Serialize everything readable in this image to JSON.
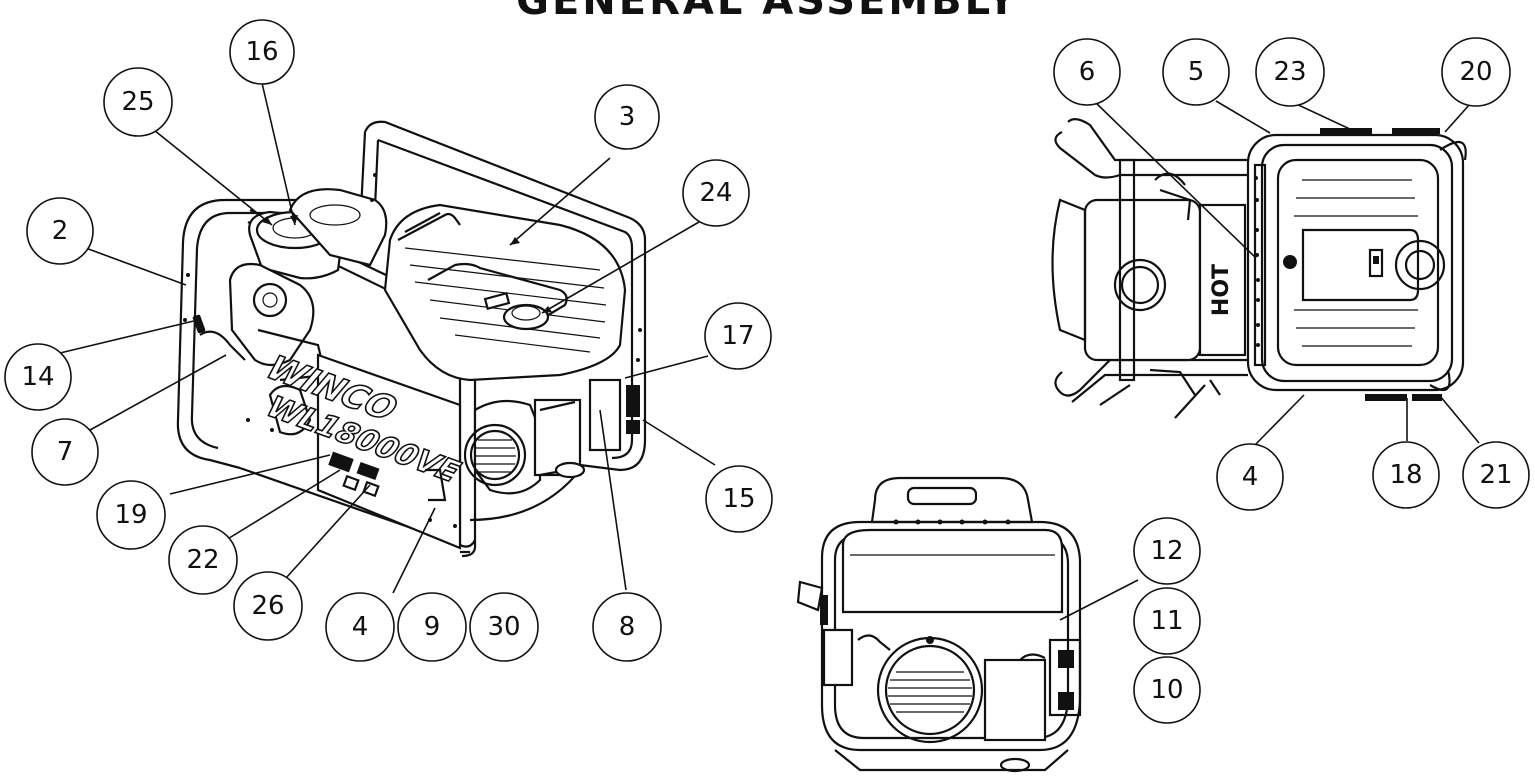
{
  "title": "GENERAL ASSEMBLY",
  "brand": "WINCO",
  "model": "WL18000VE",
  "hot_label": "HOT",
  "callouts": [
    {
      "id": "c25",
      "number": "25"
    },
    {
      "id": "c16",
      "number": "16"
    },
    {
      "id": "c3",
      "number": "3"
    },
    {
      "id": "c24",
      "number": "24"
    },
    {
      "id": "c2",
      "number": "2"
    },
    {
      "id": "c14",
      "number": "14"
    },
    {
      "id": "c7",
      "number": "7"
    },
    {
      "id": "c19",
      "number": "19"
    },
    {
      "id": "c22",
      "number": "22"
    },
    {
      "id": "c26",
      "number": "26"
    },
    {
      "id": "c4a",
      "number": "4"
    },
    {
      "id": "c9",
      "number": "9"
    },
    {
      "id": "c30",
      "number": "30"
    },
    {
      "id": "c8",
      "number": "8"
    },
    {
      "id": "c15",
      "number": "15"
    },
    {
      "id": "c17",
      "number": "17"
    },
    {
      "id": "c6",
      "number": "6"
    },
    {
      "id": "c5",
      "number": "5"
    },
    {
      "id": "c23",
      "number": "23"
    },
    {
      "id": "c20",
      "number": "20"
    },
    {
      "id": "c4b",
      "number": "4"
    },
    {
      "id": "c18",
      "number": "18"
    },
    {
      "id": "c21",
      "number": "21"
    },
    {
      "id": "c12",
      "number": "12"
    },
    {
      "id": "c11",
      "number": "11"
    },
    {
      "id": "c10",
      "number": "10"
    }
  ]
}
